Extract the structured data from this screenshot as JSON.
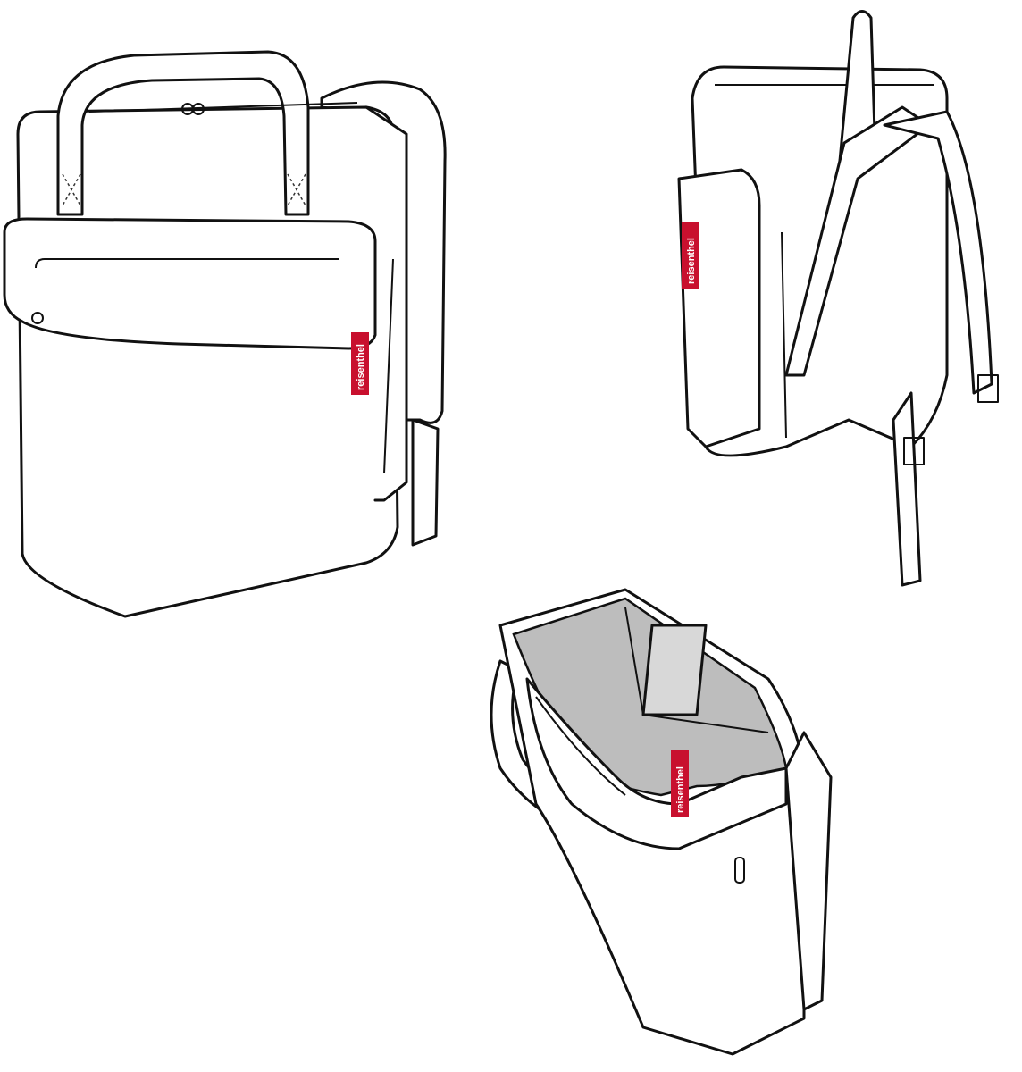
{
  "brand_tags": [
    {
      "view": "front",
      "label": "reisenthel"
    },
    {
      "view": "back",
      "label": "reisenthel"
    },
    {
      "view": "open-top",
      "label": "reisenthel"
    }
  ],
  "colors": {
    "tag": "#c8102e",
    "outline": "#111111",
    "lining": "#bdbdbd",
    "background": "#ffffff"
  }
}
